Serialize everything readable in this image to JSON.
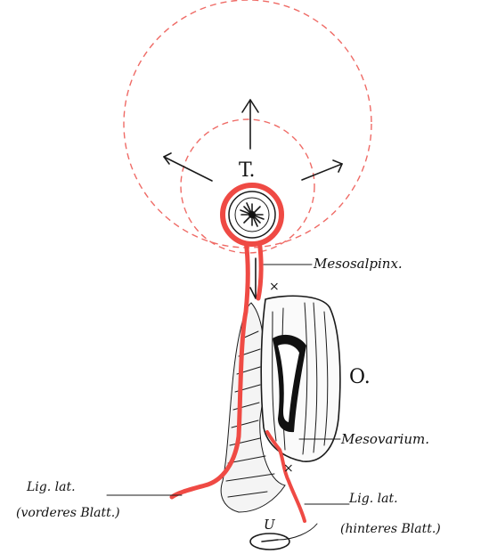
{
  "labels": {
    "tube": "T.",
    "ovary": "O.",
    "mesosalpinx": "Mesosalpinx.",
    "mesovarium": "Mesovarium.",
    "lig_lat_front_1": "Lig. lat.",
    "lig_lat_front_2": "(vorderes Blatt.)",
    "lig_lat_back_1": "Lig. lat.",
    "lig_lat_back_2": "(hinteres Blatt.)",
    "uterus": "U",
    "marker_top": "×",
    "marker_bottom": "×"
  },
  "colors": {
    "peritoneum": "#ef4a44",
    "dashed_circles": "#ef6b66",
    "ink": "#1a1a1a",
    "background": "#ffffff"
  }
}
